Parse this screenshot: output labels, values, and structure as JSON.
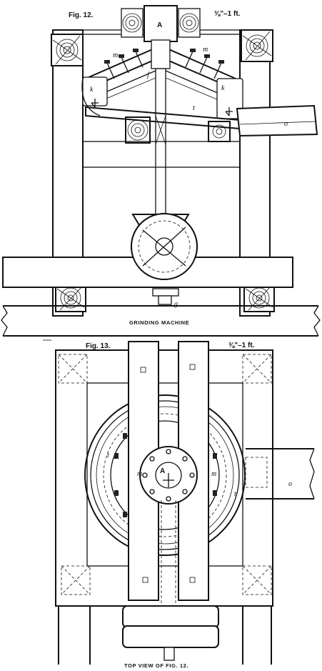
{
  "fig12": {
    "label": "Fig. 12.",
    "scale": "⅜\"–1 ft.",
    "caption": "GRINDING MACHINE",
    "parts": {
      "A": "A",
      "m_left": "m",
      "m_right": "m",
      "f": "f",
      "k_left": "k",
      "k_right": "k",
      "t": "t",
      "o": "o",
      "g": "g"
    }
  },
  "fig13": {
    "label": "Fig. 13.",
    "scale": "⅜\"–1 ft.",
    "caption": "TOP VIEW OF FIG. 12.",
    "parts": {
      "A": "A",
      "m_left": "m",
      "m_right": "m",
      "t_left": "t",
      "t_right": "t",
      "o": "o"
    }
  },
  "colors": {
    "ink": "#111111",
    "paper": "#ffffff"
  }
}
